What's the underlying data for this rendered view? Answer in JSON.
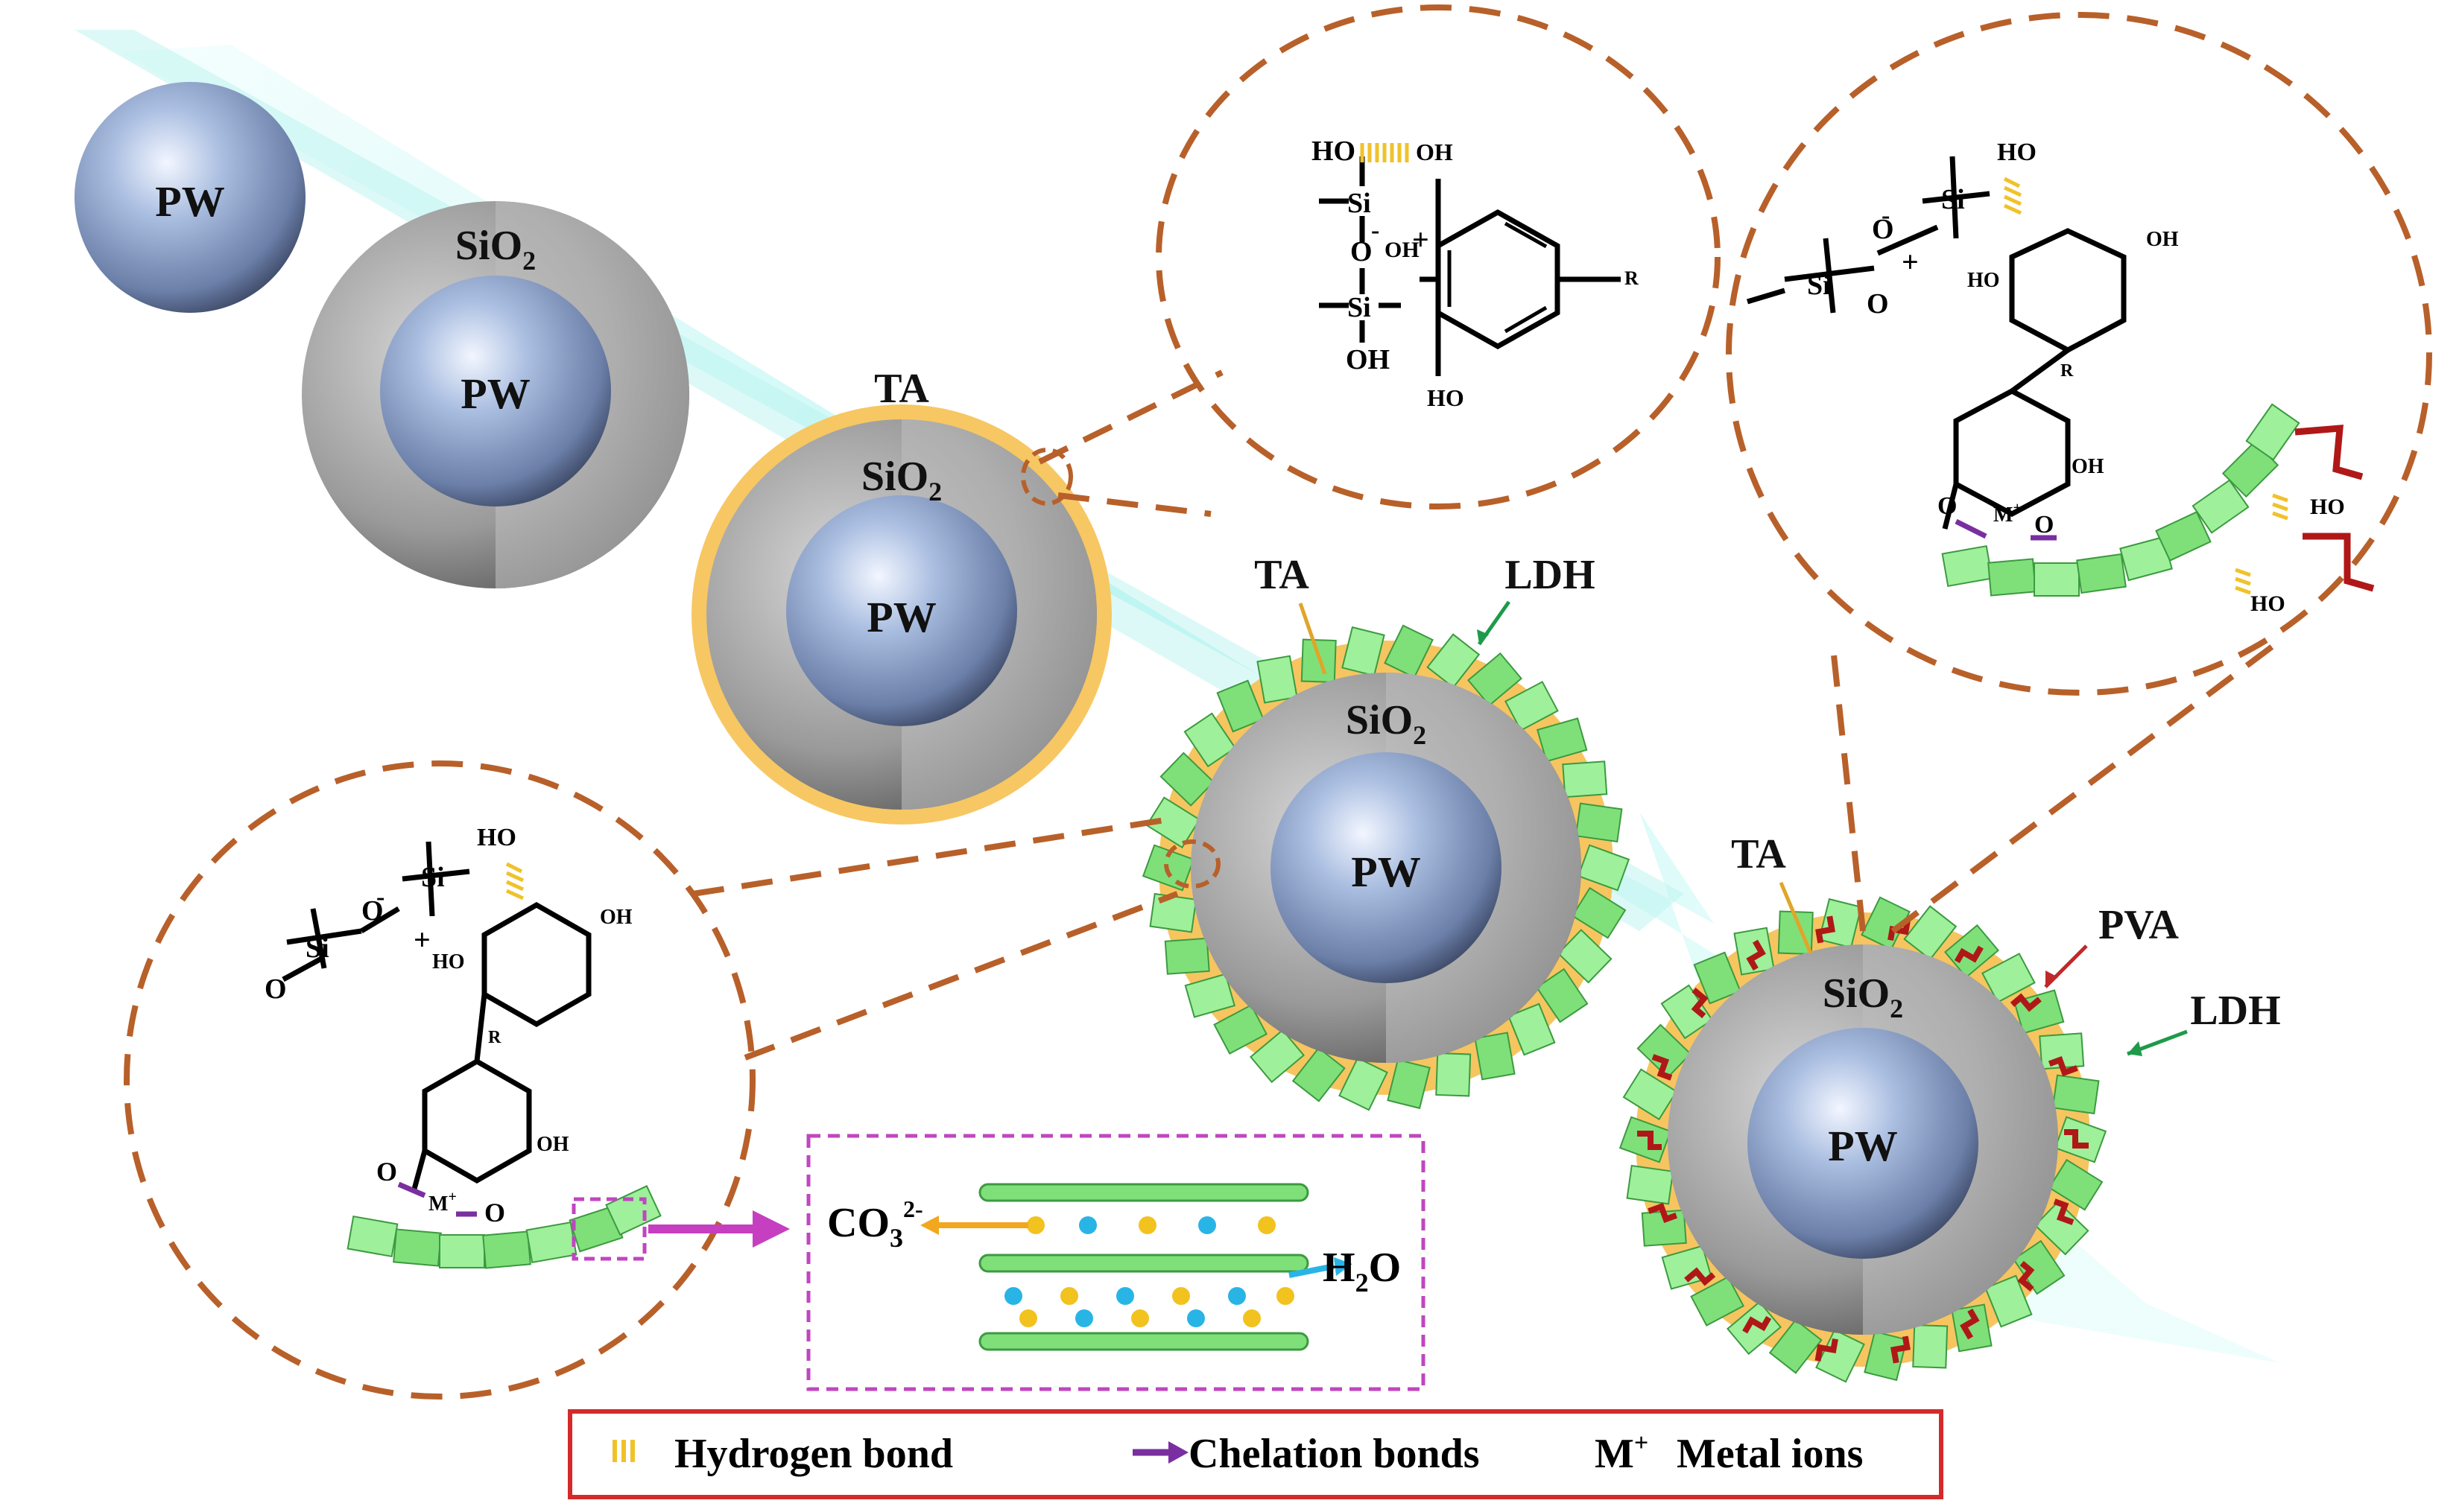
{
  "particles": {
    "core": "PW",
    "shell": "SiO",
    "shell_sub": "2",
    "ta": "TA",
    "ldh": "LDH",
    "pva": "PVA"
  },
  "chem_labels": {
    "ho": "HO",
    "oh": "OH",
    "si": "Si",
    "o": "O",
    "r": "R",
    "m": "M",
    "plus": "+",
    "minus": "-"
  },
  "ldh_inset": {
    "carbonate": "CO",
    "carbonate_sub": "3",
    "carbonate_sup": "2-",
    "water": "H",
    "water_sub": "2",
    "water_tail": "O"
  },
  "legend": {
    "hydrogen_bond": "Hydrogen bond",
    "chelation_bonds": "Chelation bonds",
    "metal_ion_symbol": "M",
    "metal_ion_sup": "+",
    "metal_ions": "Metal ions"
  },
  "colors": {
    "core": "#8fa6c9",
    "shell": "#a7a7a7",
    "ta_ring": "#f6c35a",
    "ldh": "#7fe07a",
    "pva": "#b01818",
    "dashed": "#b8602a",
    "inset_border": "#c046c0",
    "legend_border": "#d42a2a",
    "hydrogen_bond": "#f0c22a",
    "chelation": "#7a2fa0",
    "metal": "#1f9a4a",
    "arrow": "#9ef0ea"
  }
}
